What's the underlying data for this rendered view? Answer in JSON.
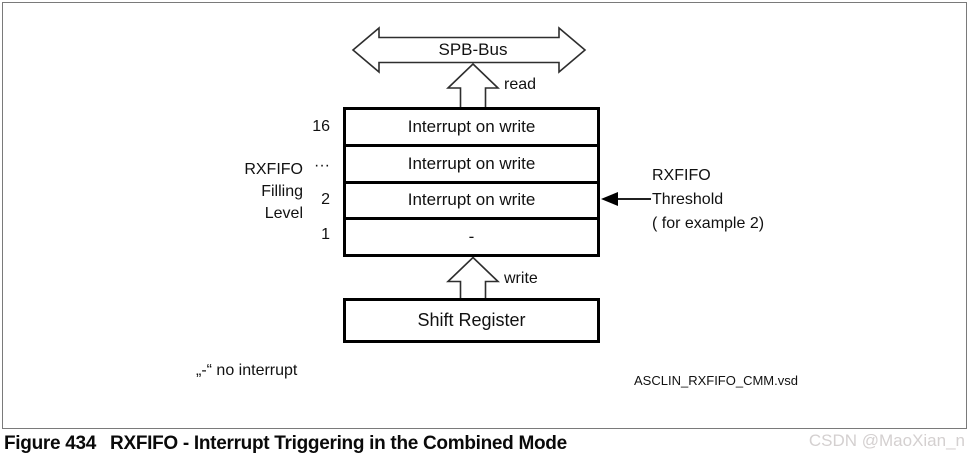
{
  "figure": {
    "caption": {
      "label": "Figure 434",
      "title": "RXFIFO - Interrupt Triggering in the Combined Mode"
    },
    "watermark": "CSDN @MaoXian_n",
    "source_file_label": "ASCLIN_RXFIFO_CMM.vsd"
  },
  "diagram": {
    "bus": {
      "label": "SPB-Bus"
    },
    "read_label": "read",
    "write_label": "write",
    "fifo": {
      "filling_level_label_lines": [
        "RXFIFO",
        "Filling",
        "Level"
      ],
      "levels": [
        "16",
        "···",
        "2",
        "1"
      ],
      "rows": [
        "Interrupt on write",
        "Interrupt on write",
        "Interrupt on write",
        "-"
      ]
    },
    "threshold": {
      "lines": [
        "RXFIFO",
        "Threshold",
        "( for example 2)"
      ]
    },
    "shift_register_label": "Shift Register",
    "no_interrupt_note": "„-“  no interrupt",
    "colors": {
      "diagram_line": "#000000",
      "frame_border": "#7a7a7a",
      "watermark": "#d4d0d0"
    }
  }
}
